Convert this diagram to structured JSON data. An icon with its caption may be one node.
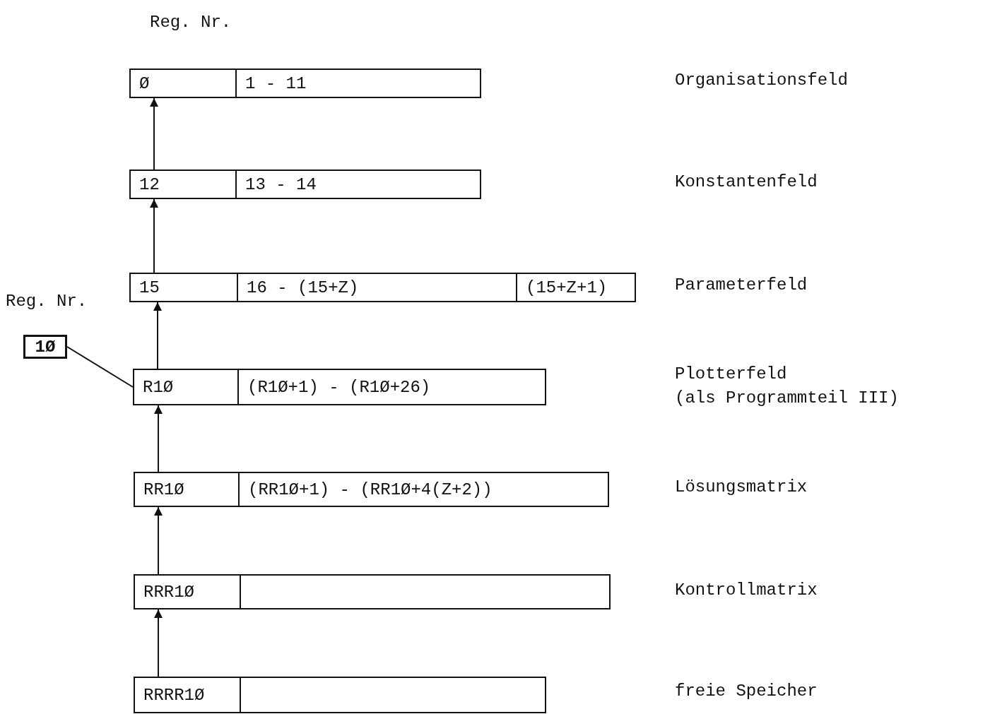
{
  "diagram": {
    "nodes": [
      {
        "text": [
          "Ø"
        ]
      },
      {
        "text": [
          "1 - 11"
        ]
      },
      {
        "text": [
          "12"
        ]
      },
      {
        "text": [
          "13 - 14"
        ]
      },
      {
        "text": [
          "15"
        ]
      },
      {
        "text": [
          "16 - (15+Z)"
        ]
      },
      {
        "text": [
          "(15+Z+1)"
        ]
      },
      {
        "text": [
          "1Ø"
        ]
      },
      {
        "text": [
          "R1Ø"
        ]
      },
      {
        "text": [
          "(R1Ø+1) - (R1Ø+26)"
        ]
      },
      {
        "text": [
          "RR1Ø"
        ]
      },
      {
        "text": [
          "(RR1Ø+1) - (RR1Ø+4(Z+2))"
        ]
      },
      {
        "text": [
          "RRR1Ø"
        ]
      },
      {
        "text": [],
        "shape": "box"
      },
      {
        "text": [
          "RRRR1Ø"
        ]
      },
      {
        "text": [],
        "shape": "box"
      }
    ],
    "edges": [
      {
        "from": 2,
        "to": 0,
        "arrow": "to"
      },
      {
        "from": 4,
        "to": 2,
        "arrow": "to"
      },
      {
        "from": 8,
        "to": 4,
        "arrow": "to"
      },
      {
        "from": 10,
        "to": 8,
        "arrow": "to"
      },
      {
        "from": 12,
        "to": 10,
        "arrow": "to"
      },
      {
        "from": 14,
        "to": 12,
        "arrow": "to"
      },
      {
        "from": 7,
        "to": 8,
        "arrow": "none"
      }
    ],
    "labels": [
      "Reg. Nr.",
      "Organisationsfeld",
      "Konstantenfeld",
      "Parameterfeld",
      "Reg. Nr.",
      "Plotterfeld",
      "(als Programmteil III)",
      "Lösungsmatrix",
      "Kontrollmatrix",
      "freie Speicher"
    ]
  }
}
